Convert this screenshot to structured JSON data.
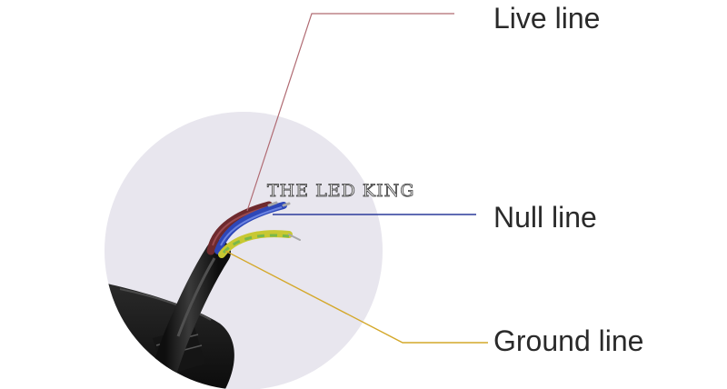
{
  "labels": {
    "live": "Live line",
    "null": "Null line",
    "ground": "Ground line"
  },
  "watermark": "THE LED KING",
  "colors": {
    "circle_background": "#e8e6ee",
    "live_leader": "#b06a72",
    "null_leader": "#2a3a9a",
    "ground_leader": "#d4a82a",
    "wire_brown": "#6e2a2e",
    "wire_blue": "#2d47b8",
    "wire_yellow_green": "#c8c832",
    "cable_black": "#1e1e1e",
    "label_text": "#2a2a2a"
  }
}
